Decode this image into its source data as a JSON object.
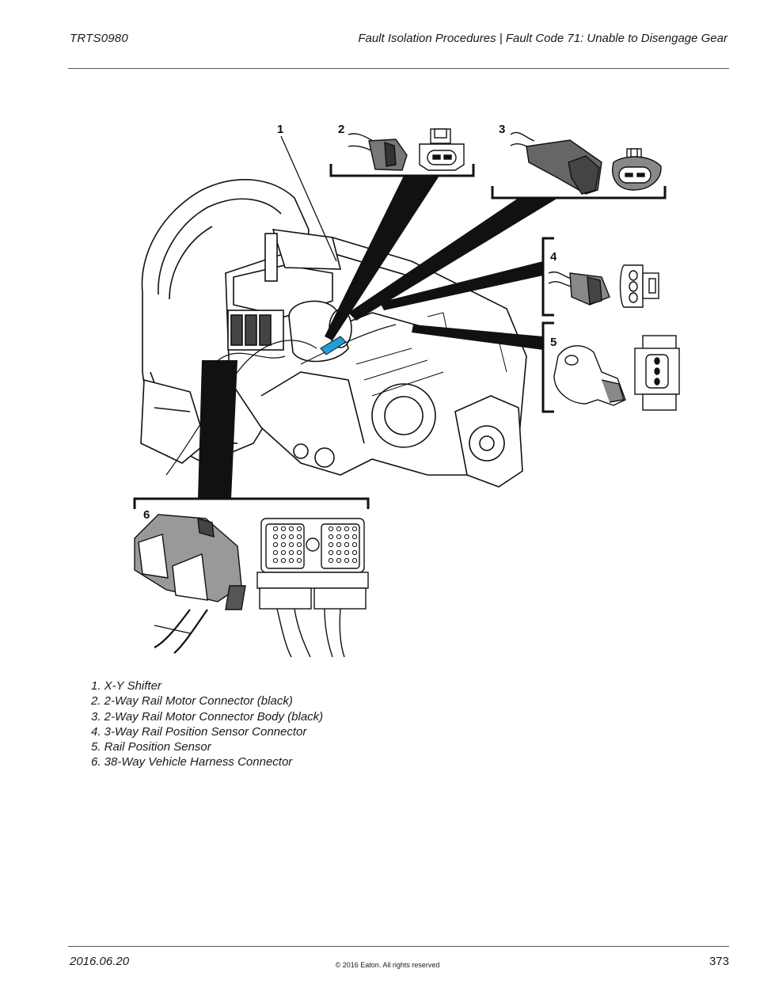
{
  "header": {
    "doc_id": "TRTS0980",
    "section_title": "Fault Isolation Procedures | Fault Code 71: Unable to Disengage Gear"
  },
  "figure": {
    "callouts": [
      "1",
      "2",
      "3",
      "4",
      "5",
      "6"
    ],
    "colors": {
      "ink": "#111111",
      "highlight": "#1e9fd8",
      "fill": "#ffffff"
    }
  },
  "legend": [
    "1. X-Y Shifter",
    "2. 2-Way Rail Motor Connector (black)",
    "3. 2-Way Rail Motor Connector Body (black)",
    "4. 3-Way Rail Position Sensor Connector",
    "5. Rail Position Sensor",
    "6. 38-Way Vehicle Harness Connector"
  ],
  "footer": {
    "date": "2016.06.20",
    "copyright": "© 2016 Eaton. All rights reserved",
    "page_number": "373"
  }
}
